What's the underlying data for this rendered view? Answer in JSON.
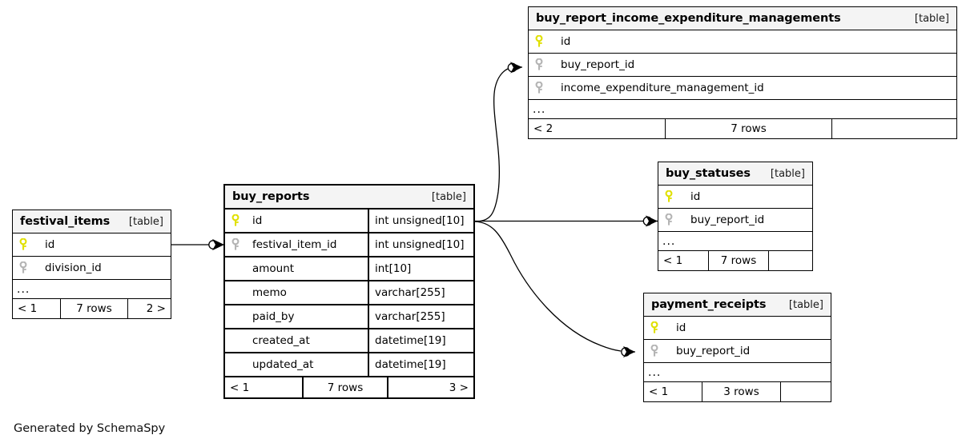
{
  "diagram": {
    "kind": "entity-relationship-diagram",
    "generator_credit": "Generated by SchemaSpy",
    "table_tag": "[table]",
    "ellipsis": "...",
    "colors": {
      "primary_key_icon": "#e8e800",
      "foreign_key_icon": "#b4b4b4",
      "header_background": "#f4f4f4",
      "border": "#000000",
      "background": "#ffffff"
    }
  },
  "tables": [
    {
      "id": "buy_report_income_expenditure_managements",
      "name": "buy_report_income_expenditure_managements",
      "tag": "[table]",
      "columns": [
        {
          "key": "pk",
          "name": "id",
          "type": ""
        },
        {
          "key": "fk",
          "name": "buy_report_id",
          "type": ""
        },
        {
          "key": "fk",
          "name": "income_expenditure_management_id",
          "type": ""
        }
      ],
      "has_ellipsis": true,
      "footer": {
        "left": "< 2",
        "middle": "7 rows",
        "right": ""
      }
    },
    {
      "id": "buy_statuses",
      "name": "buy_statuses",
      "tag": "[table]",
      "columns": [
        {
          "key": "pk",
          "name": "id",
          "type": ""
        },
        {
          "key": "fk",
          "name": "buy_report_id",
          "type": ""
        }
      ],
      "has_ellipsis": true,
      "footer": {
        "left": "< 1",
        "middle": "7 rows",
        "right": ""
      }
    },
    {
      "id": "payment_receipts",
      "name": "payment_receipts",
      "tag": "[table]",
      "columns": [
        {
          "key": "pk",
          "name": "id",
          "type": ""
        },
        {
          "key": "fk",
          "name": "buy_report_id",
          "type": ""
        }
      ],
      "has_ellipsis": true,
      "footer": {
        "left": "< 1",
        "middle": "3 rows",
        "right": ""
      }
    },
    {
      "id": "buy_reports",
      "name": "buy_reports",
      "tag": "[table]",
      "emphasis": true,
      "columns": [
        {
          "key": "pk",
          "name": "id",
          "type": "int unsigned[10]"
        },
        {
          "key": "fk",
          "name": "festival_item_id",
          "type": "int unsigned[10]"
        },
        {
          "key": "none",
          "name": "amount",
          "type": "int[10]"
        },
        {
          "key": "none",
          "name": "memo",
          "type": "varchar[255]"
        },
        {
          "key": "none",
          "name": "paid_by",
          "type": "varchar[255]"
        },
        {
          "key": "none",
          "name": "created_at",
          "type": "datetime[19]"
        },
        {
          "key": "none",
          "name": "updated_at",
          "type": "datetime[19]"
        }
      ],
      "has_ellipsis": false,
      "footer": {
        "left": "< 1",
        "middle": "7 rows",
        "right": "3 >"
      }
    },
    {
      "id": "festival_items",
      "name": "festival_items",
      "tag": "[table]",
      "columns": [
        {
          "key": "pk",
          "name": "id",
          "type": ""
        },
        {
          "key": "fk",
          "name": "division_id",
          "type": ""
        }
      ],
      "has_ellipsis": true,
      "footer": {
        "left": "< 1",
        "middle": "7 rows",
        "right": "2 >"
      }
    }
  ],
  "relationships": [
    {
      "from": "festival_items.id",
      "to": "buy_reports.festival_item_id"
    },
    {
      "from": "buy_reports.id",
      "to": "buy_report_income_expenditure_managements.buy_report_id"
    },
    {
      "from": "buy_reports.id",
      "to": "buy_statuses.buy_report_id"
    },
    {
      "from": "buy_reports.id",
      "to": "payment_receipts.buy_report_id"
    }
  ]
}
